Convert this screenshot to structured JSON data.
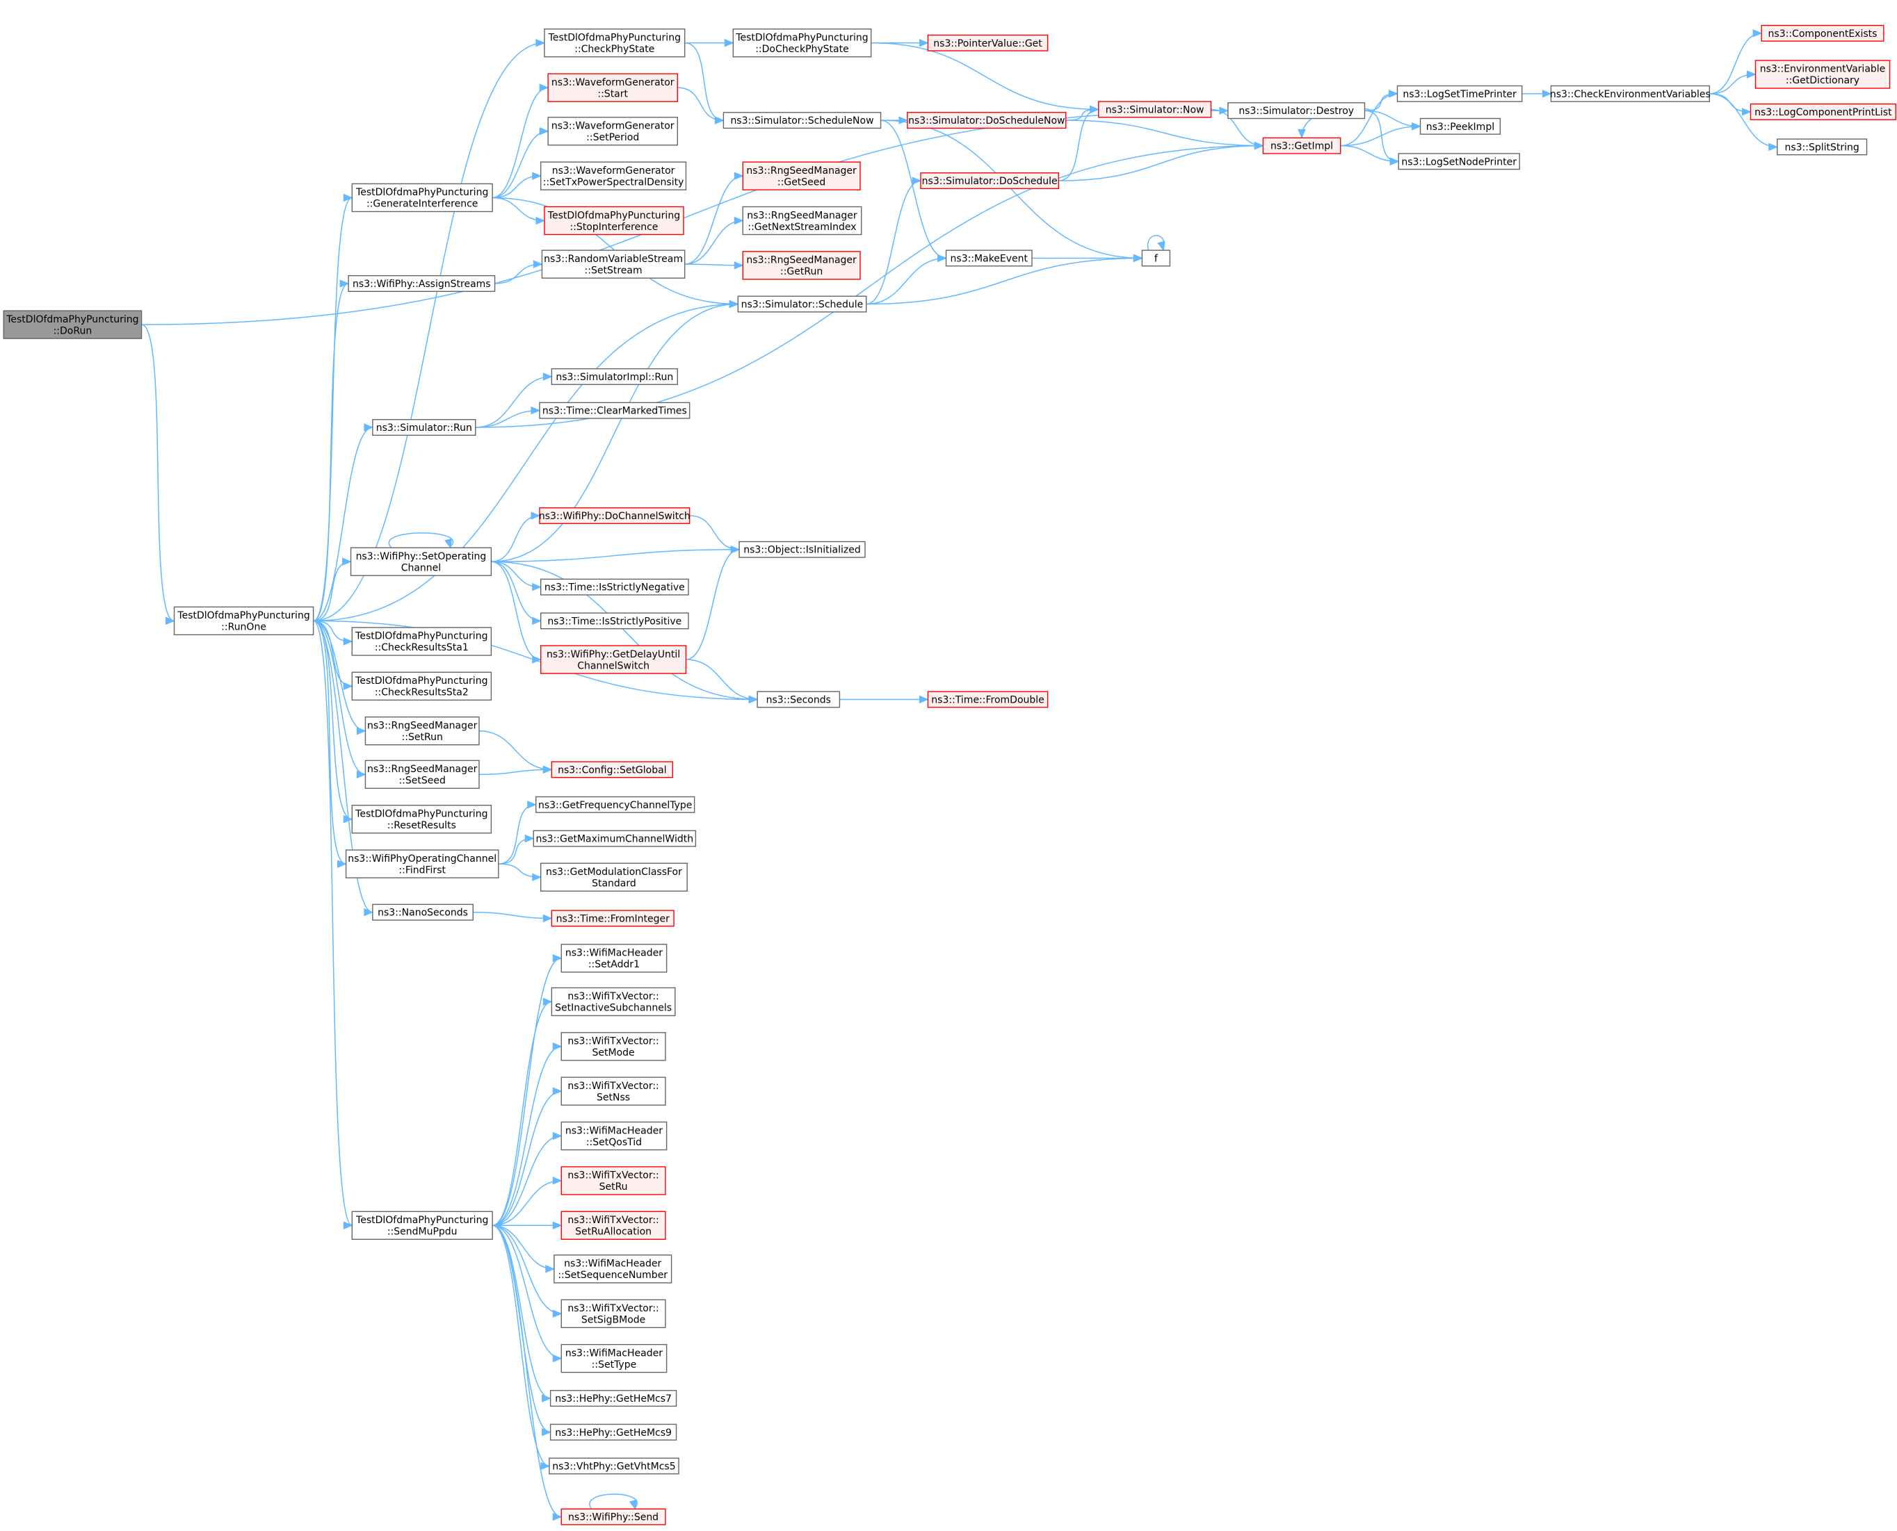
{
  "graph": {
    "colors": {
      "edge": "#63b8ff",
      "node_border": "#666666",
      "node_fill": "#ffffff",
      "incomplete_border": "#ff0000",
      "incomplete_fill": "#fff0f0",
      "root_fill": "#999999"
    },
    "nodes": [
      {
        "id": "doRun",
        "label": [
          "TestDlOfdmaPhyPuncturing",
          "::DoRun"
        ],
        "style": "root"
      },
      {
        "id": "runOne",
        "label": [
          "TestDlOfdmaPhyPuncturing",
          "::RunOne"
        ],
        "style": "plain"
      },
      {
        "id": "checkPhyState",
        "label": [
          "TestDlOfdmaPhyPuncturing",
          "::CheckPhyState"
        ],
        "style": "plain"
      },
      {
        "id": "wfStart",
        "label": [
          "ns3::WaveformGenerator",
          "::Start"
        ],
        "style": "red"
      },
      {
        "id": "wfSetPeriod",
        "label": [
          "ns3::WaveformGenerator",
          "::SetPeriod"
        ],
        "style": "plain"
      },
      {
        "id": "genInterf",
        "label": [
          "TestDlOfdmaPhyPuncturing",
          "::GenerateInterference"
        ],
        "style": "plain"
      },
      {
        "id": "wfSetTx",
        "label": [
          "ns3::WaveformGenerator",
          "::SetTxPowerSpectralDensity"
        ],
        "style": "plain"
      },
      {
        "id": "stopInterf",
        "label": [
          "TestDlOfdmaPhyPuncturing",
          "::StopInterference"
        ],
        "style": "red"
      },
      {
        "id": "assignStreams",
        "label": [
          "ns3::WifiPhy::AssignStreams"
        ],
        "style": "plain"
      },
      {
        "id": "rvsSetStream",
        "label": [
          "ns3::RandomVariableStream",
          "::SetStream"
        ],
        "style": "plain"
      },
      {
        "id": "simRun",
        "label": [
          "ns3::Simulator::Run"
        ],
        "style": "plain"
      },
      {
        "id": "simImplRun",
        "label": [
          "ns3::SimulatorImpl::Run"
        ],
        "style": "plain"
      },
      {
        "id": "clearMarked",
        "label": [
          "ns3::Time::ClearMarkedTimes"
        ],
        "style": "plain"
      },
      {
        "id": "setOpCh",
        "label": [
          "ns3::WifiPhy::SetOperating",
          "Channel"
        ],
        "style": "plain"
      },
      {
        "id": "doChSwitch",
        "label": [
          "ns3::WifiPhy::DoChannelSwitch"
        ],
        "style": "red"
      },
      {
        "id": "isStrictNeg",
        "label": [
          "ns3::Time::IsStrictlyNegative"
        ],
        "style": "plain"
      },
      {
        "id": "isStrictPos",
        "label": [
          "ns3::Time::IsStrictlyPositive"
        ],
        "style": "plain"
      },
      {
        "id": "getDelay",
        "label": [
          "ns3::WifiPhy::GetDelayUntil",
          "ChannelSwitch"
        ],
        "style": "red"
      },
      {
        "id": "checkSta1",
        "label": [
          "TestDlOfdmaPhyPuncturing",
          "::CheckResultsSta1"
        ],
        "style": "plain"
      },
      {
        "id": "checkSta2",
        "label": [
          "TestDlOfdmaPhyPuncturing",
          "::CheckResultsSta2"
        ],
        "style": "plain"
      },
      {
        "id": "rngSetRun",
        "label": [
          "ns3::RngSeedManager",
          "::SetRun"
        ],
        "style": "plain"
      },
      {
        "id": "rngSetSeed",
        "label": [
          "ns3::RngSeedManager",
          "::SetSeed"
        ],
        "style": "plain"
      },
      {
        "id": "configSetGlobal",
        "label": [
          "ns3::Config::SetGlobal"
        ],
        "style": "red"
      },
      {
        "id": "resetResults",
        "label": [
          "TestDlOfdmaPhyPuncturing",
          "::ResetResults"
        ],
        "style": "plain"
      },
      {
        "id": "findFirst",
        "label": [
          "ns3::WifiPhyOperatingChannel",
          "::FindFirst"
        ],
        "style": "plain"
      },
      {
        "id": "getFreqChType",
        "label": [
          "ns3::GetFrequencyChannelType"
        ],
        "style": "plain"
      },
      {
        "id": "getMaxChWidth",
        "label": [
          "ns3::GetMaximumChannelWidth"
        ],
        "style": "plain"
      },
      {
        "id": "getModClass",
        "label": [
          "ns3::GetModulationClassFor",
          "Standard"
        ],
        "style": "plain"
      },
      {
        "id": "nanoSeconds",
        "label": [
          "ns3::NanoSeconds"
        ],
        "style": "plain"
      },
      {
        "id": "fromInteger",
        "label": [
          "ns3::Time::FromInteger"
        ],
        "style": "red"
      },
      {
        "id": "sendMuPpdu",
        "label": [
          "TestDlOfdmaPhyPuncturing",
          "::SendMuPpdu"
        ],
        "style": "plain"
      },
      {
        "id": "setAddr1",
        "label": [
          "ns3::WifiMacHeader",
          "::SetAddr1"
        ],
        "style": "plain"
      },
      {
        "id": "setInactive",
        "label": [
          "ns3::WifiTxVector::",
          "SetInactiveSubchannels"
        ],
        "style": "plain"
      },
      {
        "id": "setMode",
        "label": [
          "ns3::WifiTxVector::",
          "SetMode"
        ],
        "style": "plain"
      },
      {
        "id": "setNss",
        "label": [
          "ns3::WifiTxVector::",
          "SetNss"
        ],
        "style": "plain"
      },
      {
        "id": "setQosTid",
        "label": [
          "ns3::WifiMacHeader",
          "::SetQosTid"
        ],
        "style": "plain"
      },
      {
        "id": "setRu",
        "label": [
          "ns3::WifiTxVector::",
          "SetRu"
        ],
        "style": "red"
      },
      {
        "id": "setRuAlloc",
        "label": [
          "ns3::WifiTxVector::",
          "SetRuAllocation"
        ],
        "style": "red"
      },
      {
        "id": "setSeqNum",
        "label": [
          "ns3::WifiMacHeader",
          "::SetSequenceNumber"
        ],
        "style": "plain"
      },
      {
        "id": "setSigB",
        "label": [
          "ns3::WifiTxVector::",
          "SetSigBMode"
        ],
        "style": "plain"
      },
      {
        "id": "setType",
        "label": [
          "ns3::WifiMacHeader",
          "::SetType"
        ],
        "style": "plain"
      },
      {
        "id": "heMcs7",
        "label": [
          "ns3::HePhy::GetHeMcs7"
        ],
        "style": "plain"
      },
      {
        "id": "heMcs9",
        "label": [
          "ns3::HePhy::GetHeMcs9"
        ],
        "style": "plain"
      },
      {
        "id": "vhtMcs5",
        "label": [
          "ns3::VhtPhy::GetVhtMcs5"
        ],
        "style": "plain"
      },
      {
        "id": "wifiSend",
        "label": [
          "ns3::WifiPhy::Send"
        ],
        "style": "red"
      },
      {
        "id": "doCheckPhy",
        "label": [
          "TestDlOfdmaPhyPuncturing",
          "::DoCheckPhyState"
        ],
        "style": "plain"
      },
      {
        "id": "schedNow",
        "label": [
          "ns3::Simulator::ScheduleNow"
        ],
        "style": "plain"
      },
      {
        "id": "rngGetSeed",
        "label": [
          "ns3::RngSeedManager",
          "::GetSeed"
        ],
        "style": "red"
      },
      {
        "id": "rngGetNext",
        "label": [
          "ns3::RngSeedManager",
          "::GetNextStreamIndex"
        ],
        "style": "plain"
      },
      {
        "id": "rngGetRun",
        "label": [
          "ns3::RngSeedManager",
          "::GetRun"
        ],
        "style": "red"
      },
      {
        "id": "simSchedule",
        "label": [
          "ns3::Simulator::Schedule"
        ],
        "style": "plain"
      },
      {
        "id": "isInit",
        "label": [
          "ns3::Object::IsInitialized"
        ],
        "style": "plain"
      },
      {
        "id": "seconds",
        "label": [
          "ns3::Seconds"
        ],
        "style": "plain"
      },
      {
        "id": "ptrGet",
        "label": [
          "ns3::PointerValue::Get"
        ],
        "style": "red"
      },
      {
        "id": "doSchedNow",
        "label": [
          "ns3::Simulator::DoScheduleNow"
        ],
        "style": "red"
      },
      {
        "id": "doSchedule",
        "label": [
          "ns3::Simulator::DoSchedule"
        ],
        "style": "red"
      },
      {
        "id": "makeEvent",
        "label": [
          "ns3::MakeEvent"
        ],
        "style": "plain"
      },
      {
        "id": "fromDouble",
        "label": [
          "ns3::Time::FromDouble"
        ],
        "style": "red"
      },
      {
        "id": "simNow",
        "label": [
          "ns3::Simulator::Now"
        ],
        "style": "red"
      },
      {
        "id": "f",
        "label": [
          "f"
        ],
        "style": "plain"
      },
      {
        "id": "simDestroy",
        "label": [
          "ns3::Simulator::Destroy"
        ],
        "style": "plain"
      },
      {
        "id": "getImpl",
        "label": [
          "ns3::GetImpl"
        ],
        "style": "red"
      },
      {
        "id": "logSetTime",
        "label": [
          "ns3::LogSetTimePrinter"
        ],
        "style": "plain"
      },
      {
        "id": "peekImpl",
        "label": [
          "ns3::PeekImpl"
        ],
        "style": "plain"
      },
      {
        "id": "logSetNode",
        "label": [
          "ns3::LogSetNodePrinter"
        ],
        "style": "plain"
      },
      {
        "id": "checkEnv",
        "label": [
          "ns3::CheckEnvironmentVariables"
        ],
        "style": "plain"
      },
      {
        "id": "compExists",
        "label": [
          "ns3::ComponentExists"
        ],
        "style": "red"
      },
      {
        "id": "envGetDict",
        "label": [
          "ns3::EnvironmentVariable",
          "::GetDictionary"
        ],
        "style": "red"
      },
      {
        "id": "logCompPrint",
        "label": [
          "ns3::LogComponentPrintList"
        ],
        "style": "red"
      },
      {
        "id": "splitString",
        "label": [
          "ns3::SplitString"
        ],
        "style": "plain"
      }
    ],
    "edges": [
      [
        "doRun",
        "runOne"
      ],
      [
        "doRun",
        "simDestroy"
      ],
      [
        "runOne",
        "checkPhyState"
      ],
      [
        "runOne",
        "genInterf"
      ],
      [
        "runOne",
        "assignStreams"
      ],
      [
        "runOne",
        "simSchedule"
      ],
      [
        "runOne",
        "simRun"
      ],
      [
        "runOne",
        "setOpCh"
      ],
      [
        "runOne",
        "checkSta1"
      ],
      [
        "runOne",
        "checkSta2"
      ],
      [
        "runOne",
        "rngSetRun"
      ],
      [
        "runOne",
        "rngSetSeed"
      ],
      [
        "runOne",
        "resetResults"
      ],
      [
        "runOne",
        "findFirst"
      ],
      [
        "runOne",
        "nanoSeconds"
      ],
      [
        "runOne",
        "sendMuPpdu"
      ],
      [
        "runOne",
        "seconds"
      ],
      [
        "checkPhyState",
        "doCheckPhy"
      ],
      [
        "checkPhyState",
        "schedNow"
      ],
      [
        "genInterf",
        "wfStart"
      ],
      [
        "genInterf",
        "wfSetPeriod"
      ],
      [
        "genInterf",
        "wfSetTx"
      ],
      [
        "genInterf",
        "stopInterf"
      ],
      [
        "genInterf",
        "simSchedule"
      ],
      [
        "wfStart",
        "schedNow"
      ],
      [
        "assignStreams",
        "rvsSetStream"
      ],
      [
        "rvsSetStream",
        "rngGetSeed"
      ],
      [
        "rvsSetStream",
        "rngGetNext"
      ],
      [
        "rvsSetStream",
        "rngGetRun"
      ],
      [
        "simRun",
        "simImplRun"
      ],
      [
        "simRun",
        "clearMarked"
      ],
      [
        "simRun",
        "getImpl"
      ],
      [
        "setOpCh",
        "setOpCh"
      ],
      [
        "setOpCh",
        "simSchedule"
      ],
      [
        "setOpCh",
        "doChSwitch"
      ],
      [
        "setOpCh",
        "isInit"
      ],
      [
        "setOpCh",
        "isStrictNeg"
      ],
      [
        "setOpCh",
        "isStrictPos"
      ],
      [
        "setOpCh",
        "getDelay"
      ],
      [
        "setOpCh",
        "seconds"
      ],
      [
        "doChSwitch",
        "isInit"
      ],
      [
        "getDelay",
        "isInit"
      ],
      [
        "getDelay",
        "seconds"
      ],
      [
        "rngSetRun",
        "configSetGlobal"
      ],
      [
        "rngSetSeed",
        "configSetGlobal"
      ],
      [
        "findFirst",
        "getFreqChType"
      ],
      [
        "findFirst",
        "getMaxChWidth"
      ],
      [
        "findFirst",
        "getModClass"
      ],
      [
        "nanoSeconds",
        "fromInteger"
      ],
      [
        "sendMuPpdu",
        "setAddr1"
      ],
      [
        "sendMuPpdu",
        "setInactive"
      ],
      [
        "sendMuPpdu",
        "setMode"
      ],
      [
        "sendMuPpdu",
        "setNss"
      ],
      [
        "sendMuPpdu",
        "setQosTid"
      ],
      [
        "sendMuPpdu",
        "setRu"
      ],
      [
        "sendMuPpdu",
        "setRuAlloc"
      ],
      [
        "sendMuPpdu",
        "setSeqNum"
      ],
      [
        "sendMuPpdu",
        "setSigB"
      ],
      [
        "sendMuPpdu",
        "setType"
      ],
      [
        "sendMuPpdu",
        "heMcs7"
      ],
      [
        "sendMuPpdu",
        "heMcs9"
      ],
      [
        "sendMuPpdu",
        "vhtMcs5"
      ],
      [
        "sendMuPpdu",
        "wifiSend"
      ],
      [
        "wifiSend",
        "wifiSend"
      ],
      [
        "doCheckPhy",
        "ptrGet"
      ],
      [
        "doCheckPhy",
        "simNow"
      ],
      [
        "schedNow",
        "doSchedNow"
      ],
      [
        "schedNow",
        "makeEvent"
      ],
      [
        "schedNow",
        "f"
      ],
      [
        "simSchedule",
        "doSchedule"
      ],
      [
        "simSchedule",
        "makeEvent"
      ],
      [
        "simSchedule",
        "f"
      ],
      [
        "seconds",
        "fromDouble"
      ],
      [
        "doSchedNow",
        "simNow"
      ],
      [
        "doSchedNow",
        "getImpl"
      ],
      [
        "doSchedule",
        "simNow"
      ],
      [
        "doSchedule",
        "getImpl"
      ],
      [
        "makeEvent",
        "f"
      ],
      [
        "f",
        "f"
      ],
      [
        "simNow",
        "getImpl"
      ],
      [
        "simDestroy",
        "logSetTime"
      ],
      [
        "simDestroy",
        "peekImpl"
      ],
      [
        "simDestroy",
        "logSetNode"
      ],
      [
        "simDestroy",
        "getImpl"
      ],
      [
        "getImpl",
        "logSetTime"
      ],
      [
        "getImpl",
        "peekImpl"
      ],
      [
        "getImpl",
        "logSetNode"
      ],
      [
        "logSetTime",
        "checkEnv"
      ],
      [
        "checkEnv",
        "compExists"
      ],
      [
        "checkEnv",
        "envGetDict"
      ],
      [
        "checkEnv",
        "logCompPrint"
      ],
      [
        "checkEnv",
        "splitString"
      ]
    ]
  }
}
